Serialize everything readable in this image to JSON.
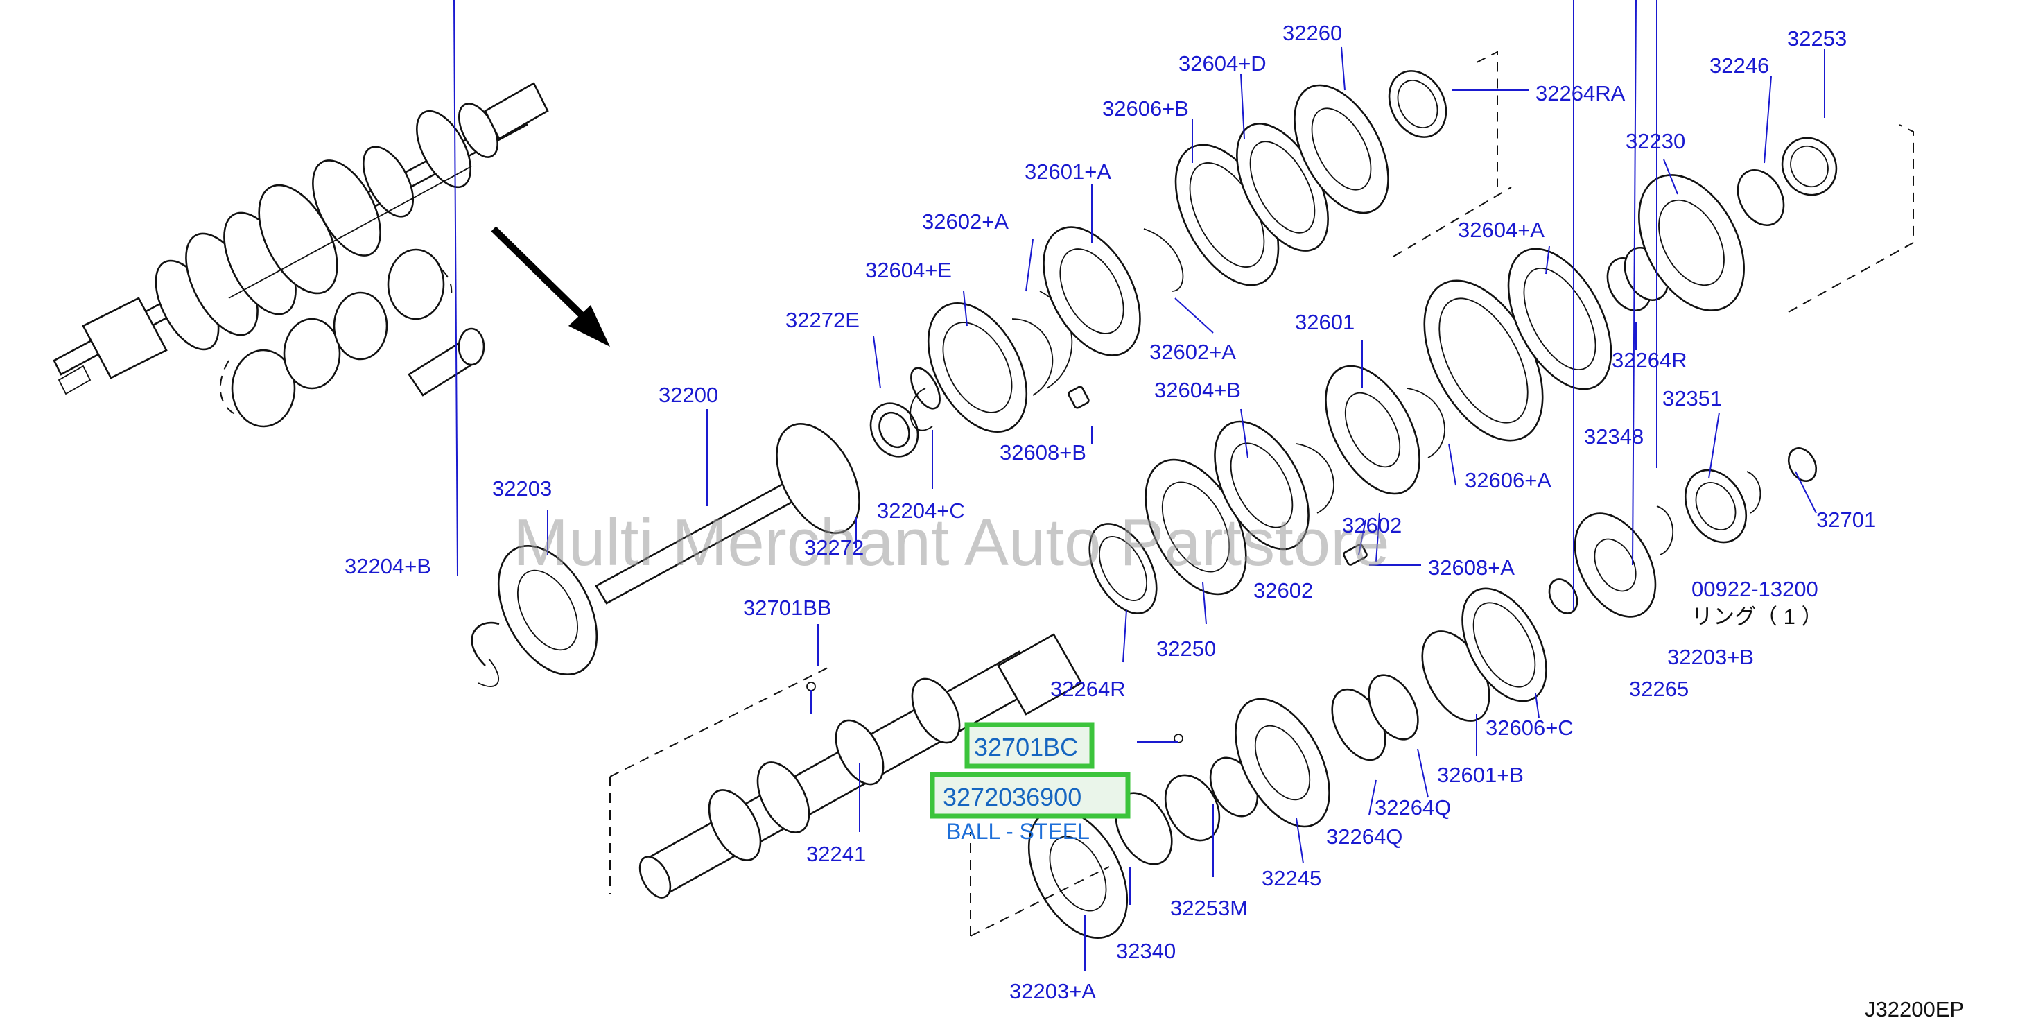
{
  "watermark": "Multi Merchant Auto Partstore",
  "diagram_code": "J32200EP",
  "highlight": {
    "part_a": "32701BC",
    "part_b": "3272036900",
    "part_b_description": "BALL - STEEL"
  },
  "ring_note": {
    "number": "00922-13200",
    "text": "リング（ 1 ）"
  },
  "labels": [
    "32260",
    "32253",
    "32604+D",
    "32264RA",
    "32246",
    "32606+B",
    "32230",
    "32601+A",
    "32602+A",
    "32604+A",
    "32604+E",
    "32272E",
    "32602+A",
    "32601",
    "32200",
    "32264R",
    "32608+B",
    "32604+B",
    "32351",
    "32348",
    "32204+C",
    "32606+A",
    "32203",
    "32272",
    "32701",
    "32602",
    "32204+B",
    "32608+A",
    "32602",
    "32701BB",
    "32250",
    "32203+B",
    "32264R",
    "32265",
    "32606+C",
    "32601+B",
    "32264Q",
    "32241",
    "32264Q",
    "32253M",
    "32245",
    "32340",
    "32203+A"
  ]
}
